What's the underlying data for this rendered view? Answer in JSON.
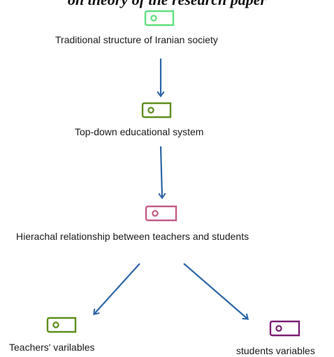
{
  "header_fragment": "on theory of the research paper",
  "nodes": [
    {
      "id": "n1",
      "label": "Traditional structure of Iranian society",
      "color": "#5fe07f"
    },
    {
      "id": "n2",
      "label": "Top-down educational system",
      "color": "#5e8f1e"
    },
    {
      "id": "n3",
      "label": "Hierachal relationship between teachers and students",
      "color": "#c25d86"
    },
    {
      "id": "n4",
      "label": "Teachers' varilables",
      "color": "#5e8f1e"
    },
    {
      "id": "n5",
      "label": "students variables",
      "color": "#7a1f74"
    }
  ],
  "edges": [
    {
      "from": "n1",
      "to": "n2"
    },
    {
      "from": "n2",
      "to": "n3"
    },
    {
      "from": "n3",
      "to": "n4"
    },
    {
      "from": "n3",
      "to": "n5"
    }
  ],
  "arrow_color": "#2c66a6",
  "icon": "tag-icon"
}
